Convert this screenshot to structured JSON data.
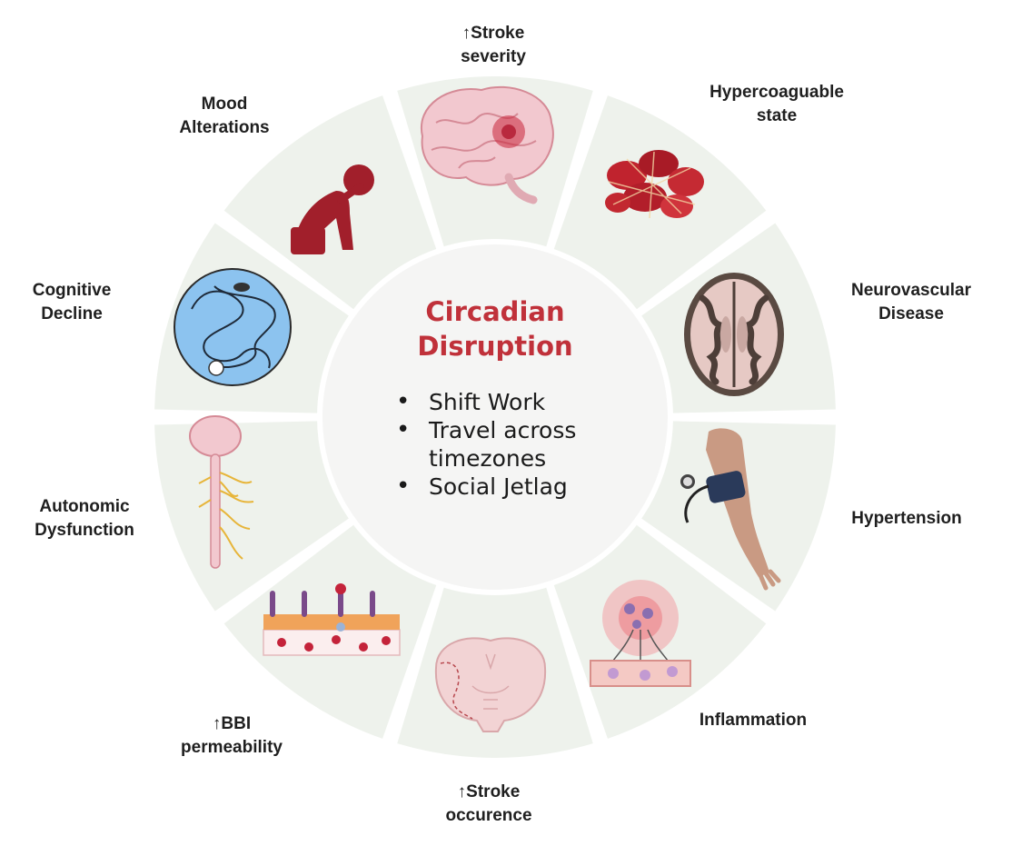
{
  "center": {
    "title_line1": "Circadian",
    "title_line2": "Disruption",
    "bullets": [
      {
        "line1": "Shift Work"
      },
      {
        "line1": "Travel across",
        "line2": "timezones"
      },
      {
        "line1": "Social Jetlag"
      }
    ]
  },
  "segments": [
    {
      "id": "stroke-severity",
      "line1": "↑Stroke",
      "line2": "severity",
      "icon": "brain-lesion-icon"
    },
    {
      "id": "hypercoaguable",
      "line1": "Hypercoaguable",
      "line2": "state",
      "icon": "blood-clot-icon"
    },
    {
      "id": "neurovascular",
      "line1": "Neurovascular",
      "line2": "Disease",
      "icon": "brain-section-icon"
    },
    {
      "id": "hypertension",
      "line1": "Hypertension",
      "line2": "",
      "icon": "blood-pressure-cuff-icon"
    },
    {
      "id": "inflammation",
      "line1": "Inflammation",
      "line2": "",
      "icon": "inflamed-vessel-icon"
    },
    {
      "id": "stroke-occurence",
      "line1": "↑Stroke",
      "line2": "occurence",
      "icon": "brain-coronal-icon"
    },
    {
      "id": "bbi-permeability",
      "line1": "↑BBI",
      "line2": "permeability",
      "icon": "vessel-barrier-icon"
    },
    {
      "id": "autonomic",
      "line1": "Autonomic",
      "line2": "Dysfunction",
      "icon": "nervous-system-icon"
    },
    {
      "id": "cognitive",
      "line1": "Cognitive",
      "line2": "Decline",
      "icon": "maze-mouse-icon"
    },
    {
      "id": "mood",
      "line1": "Mood",
      "line2": "Alterations",
      "icon": "depressed-person-icon"
    }
  ],
  "colors": {
    "segment_fill": "#eef2ec",
    "center_fill": "#f5f5f4",
    "title": "#c0313a",
    "accent_red": "#a6202c"
  }
}
